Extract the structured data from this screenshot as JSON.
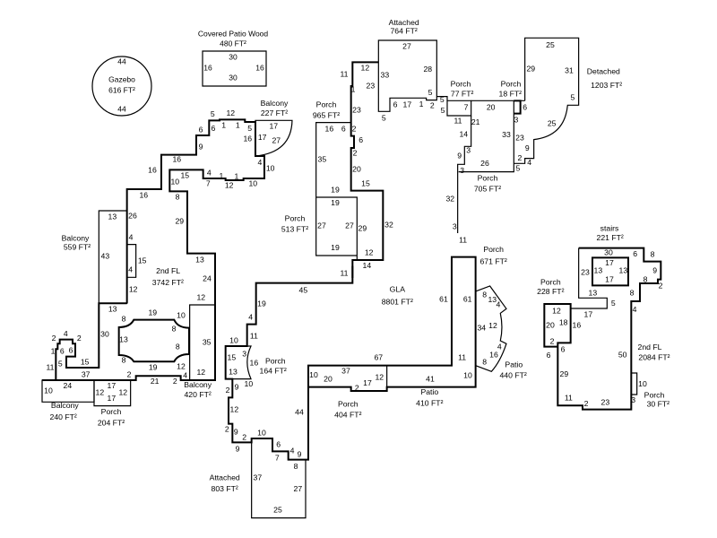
{
  "areas": {
    "top": [
      {
        "name": "Gazebo",
        "area": "616 FT²"
      },
      {
        "name": "Covered Patio Wood",
        "area": "480 FT²"
      }
    ],
    "west": [
      {
        "name": "Balcony",
        "area": "227 FT²"
      },
      {
        "name": "Balcony",
        "area": "559 FT²"
      },
      {
        "name": "2nd FL",
        "area": "3742 FT²"
      },
      {
        "name": "Balcony",
        "area": "420 FT²"
      },
      {
        "name": "Balcony",
        "area": "240 FT²"
      },
      {
        "name": "Porch",
        "area": "204 FT²"
      }
    ],
    "north": [
      {
        "name": "Attached",
        "area": "764 FT²"
      },
      {
        "name": "Porch",
        "area": "965 FT²"
      },
      {
        "name": "Porch",
        "area": "77 FT²"
      },
      {
        "name": "Porch",
        "area": "18 FT²"
      },
      {
        "name": "Detached",
        "area": "1203 FT²"
      },
      {
        "name": "Porch",
        "area": "705 FT²"
      },
      {
        "name": "Porch",
        "area": "671 FT²"
      }
    ],
    "south": [
      {
        "name": "GLA",
        "area": "8801 FT²"
      },
      {
        "name": "Porch",
        "area": "164 FT²"
      },
      {
        "name": "Attached",
        "area": "803 FT²"
      },
      {
        "name": "Porch",
        "area": "404 FT²"
      },
      {
        "name": "Patio",
        "area": "410 FT²"
      },
      {
        "name": "Patio",
        "area": "440 FT²"
      },
      {
        "name": "Porch",
        "area": "513 FT²"
      }
    ],
    "east": [
      {
        "name": "stairs",
        "area": "221 FT²"
      },
      {
        "name": "Porch",
        "area": "228 FT²"
      },
      {
        "name": "2nd FL",
        "area": "2084 FT²"
      },
      {
        "name": "Porch",
        "area": "30 FT²"
      }
    ]
  },
  "dims": {
    "top": [
      "44",
      "44",
      "30",
      "16",
      "16",
      "30"
    ],
    "west": [
      "5",
      "12",
      "6",
      "6",
      "1",
      "1",
      "5",
      "16",
      "9",
      "16",
      "16",
      "15",
      "10",
      "4",
      "7",
      "1",
      "1",
      "12",
      "10",
      "4",
      "10",
      "17",
      "17",
      "27",
      "16",
      "8",
      "29",
      "13",
      "26",
      "4",
      "43",
      "15",
      "4",
      "12",
      "13",
      "24",
      "12",
      "13",
      "30",
      "19",
      "8",
      "10",
      "8",
      "13",
      "8",
      "8",
      "19",
      "12",
      "35",
      "12",
      "4",
      "2",
      "21",
      "2",
      "2",
      "4",
      "2",
      "1",
      "6",
      "6",
      "11",
      "5",
      "15",
      "37",
      "10",
      "24",
      "12",
      "17",
      "17",
      "12"
    ],
    "north": [
      "11",
      "12",
      "23",
      "1",
      "33",
      "27",
      "28",
      "5",
      "6",
      "17",
      "1",
      "2",
      "5",
      "5",
      "5",
      "23",
      "16",
      "6",
      "2",
      "6",
      "2",
      "35",
      "20",
      "15",
      "19",
      "19",
      "27",
      "27",
      "29",
      "32",
      "19",
      "12",
      "14",
      "11",
      "7",
      "11",
      "21",
      "20",
      "14",
      "33",
      "3",
      "9",
      "26",
      "3",
      "32",
      "3",
      "11",
      "6",
      "3",
      "23",
      "9",
      "2",
      "4",
      "5",
      "29",
      "25",
      "31",
      "5",
      "25"
    ],
    "south": [
      "45",
      "19",
      "4",
      "11",
      "10",
      "15",
      "3",
      "16",
      "13",
      "10",
      "2",
      "9",
      "12",
      "2",
      "9",
      "2",
      "9",
      "10",
      "6",
      "7",
      "4",
      "9",
      "8",
      "37",
      "27",
      "25",
      "44",
      "67",
      "10",
      "20",
      "37",
      "2",
      "17",
      "12",
      "61",
      "61",
      "11",
      "41",
      "10",
      "8",
      "13",
      "4",
      "34",
      "12",
      "4",
      "16",
      "8"
    ],
    "east": [
      "30",
      "6",
      "8",
      "23",
      "13",
      "17",
      "13",
      "17",
      "9",
      "8",
      "2",
      "13",
      "8",
      "5",
      "4",
      "12",
      "17",
      "20",
      "18",
      "16",
      "2",
      "6",
      "6",
      "29",
      "50",
      "10",
      "11",
      "2",
      "23",
      "3"
    ]
  }
}
